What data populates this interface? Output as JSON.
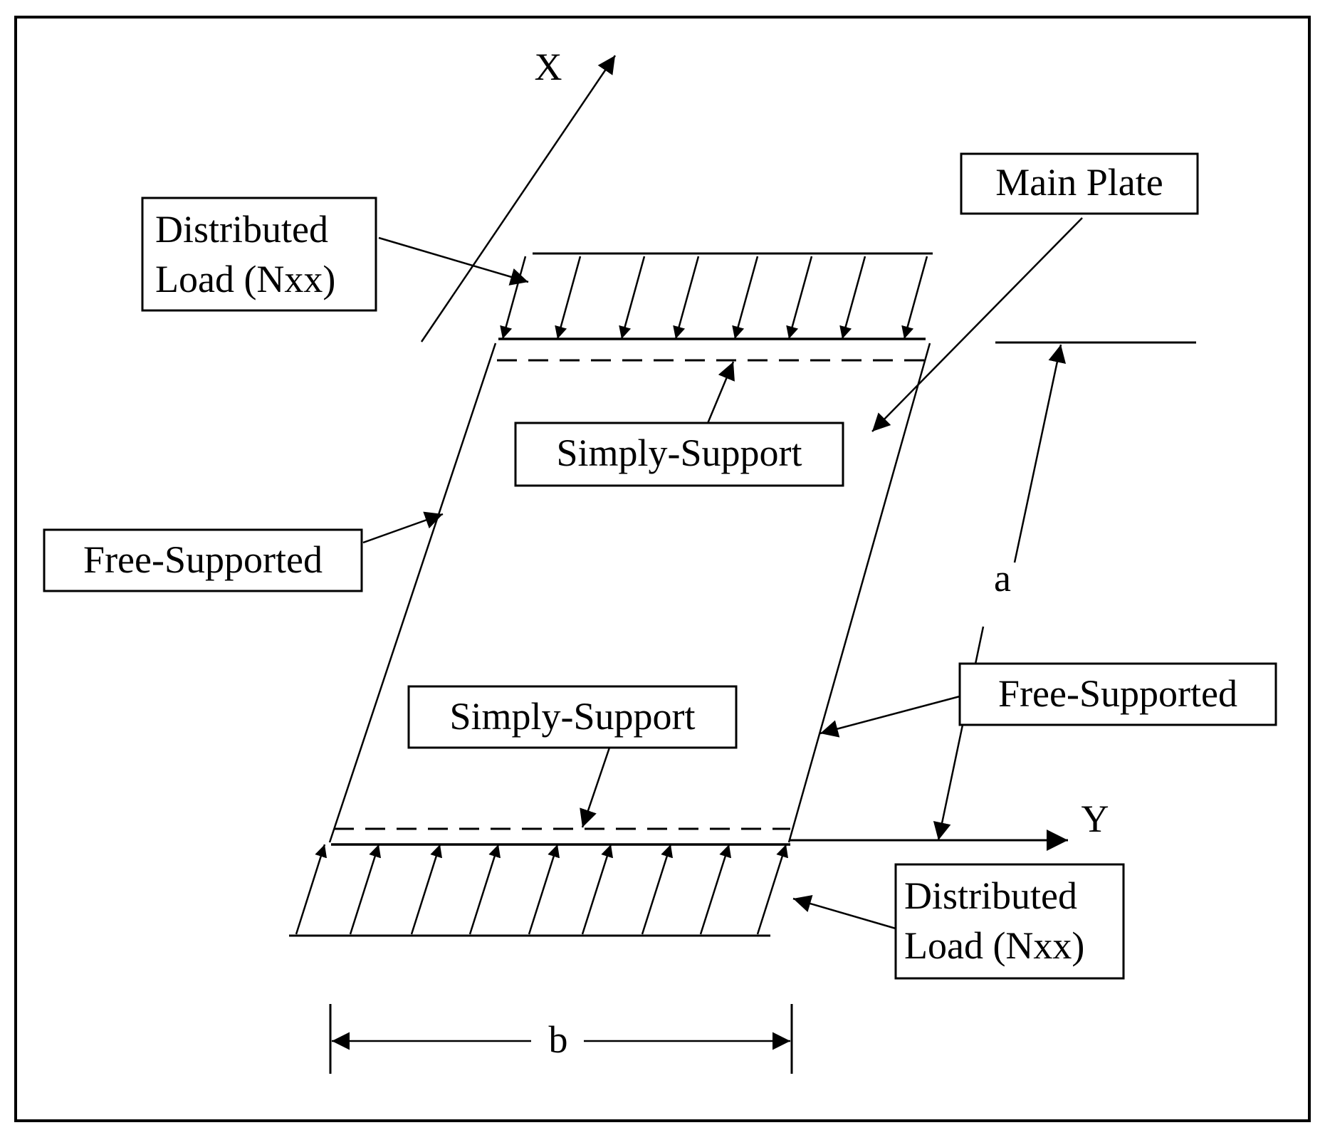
{
  "axes": {
    "x_label": "X",
    "y_label": "Y"
  },
  "dimensions": {
    "a": "a",
    "b": "b"
  },
  "labels": {
    "top_load": [
      "Distributed",
      "Load (Nxx)"
    ],
    "bottom_load": [
      "Distributed",
      "Load (Nxx)"
    ],
    "main_plate": "Main Plate",
    "top_support": "Simply-Support",
    "bottom_support": "Simply-Support",
    "left_edge": "Free-Supported",
    "right_edge": "Free-Supported"
  }
}
